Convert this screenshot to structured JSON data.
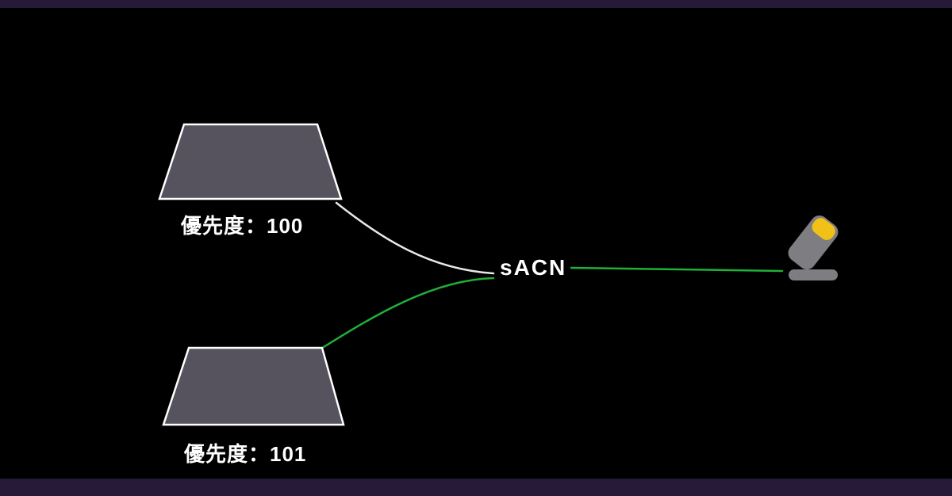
{
  "frame": {
    "background": "#000000",
    "bar_color": "#271a39"
  },
  "diagram": {
    "consoles": [
      {
        "label": "優先度：100",
        "priority": 100
      },
      {
        "label": "優先度：101",
        "priority": 101
      }
    ],
    "protocol_label": "sACN",
    "icons": {
      "fixture": "moving-head-light-icon"
    },
    "colors": {
      "line_white": "#e8e8e8",
      "line_green": "#1faf3a",
      "trapezoid_fill": "#57535e",
      "trapezoid_stroke": "#ffffff",
      "text": "#ffffff",
      "fixture_body": "#7d7d82",
      "fixture_lens": "#f2c118"
    }
  }
}
